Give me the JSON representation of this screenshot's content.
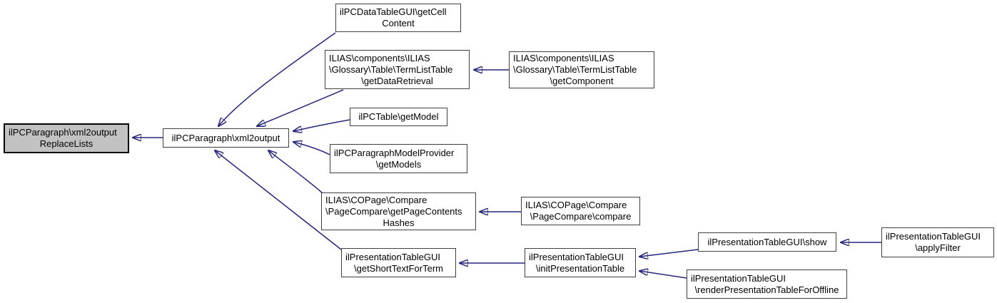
{
  "diagram": {
    "kind": "caller-graph",
    "background_color": "#ffffff",
    "edge_color": "#191970",
    "node_fill": "#ffffff",
    "node_border_color": "#404040",
    "highlight_node_fill": "#c2c2c2",
    "highlight_node_border_color": "#000000",
    "text_color": "#000000"
  },
  "nodes": [
    {
      "id": "xml2output-replace-lists",
      "highlighted": true,
      "lines": [
        "ilPCParagraph\\xml2output",
        "ReplaceLists"
      ]
    },
    {
      "id": "xml2output",
      "highlighted": false,
      "lines": [
        "ilPCParagraph\\xml2output"
      ]
    },
    {
      "id": "get-cell-content",
      "highlighted": false,
      "lines": [
        "ilPCDataTableGUI\\getCell",
        "Content"
      ]
    },
    {
      "id": "get-data-retrieval",
      "highlighted": false,
      "lines": [
        "ILIAS\\components\\ILIAS",
        "\\Glossary\\Table\\TermListTable",
        "\\getDataRetrieval"
      ]
    },
    {
      "id": "get-component",
      "highlighted": false,
      "lines": [
        "ILIAS\\components\\ILIAS",
        "\\Glossary\\Table\\TermListTable",
        "\\getComponent"
      ]
    },
    {
      "id": "get-model",
      "highlighted": false,
      "lines": [
        "ilPCTable\\getModel"
      ]
    },
    {
      "id": "get-models",
      "highlighted": false,
      "lines": [
        "ilPCParagraphModelProvider",
        "\\getModels"
      ]
    },
    {
      "id": "get-page-contents-hashes",
      "highlighted": false,
      "lines": [
        "ILIAS\\COPage\\Compare",
        "\\PageCompare\\getPageContents",
        "Hashes"
      ]
    },
    {
      "id": "page-compare-compare",
      "highlighted": false,
      "lines": [
        "ILIAS\\COPage\\Compare",
        "\\PageCompare\\compare"
      ]
    },
    {
      "id": "get-short-text-for-term",
      "highlighted": false,
      "lines": [
        "ilPresentationTableGUI",
        "\\getShortTextForTerm"
      ]
    },
    {
      "id": "init-presentation-table",
      "highlighted": false,
      "lines": [
        "ilPresentationTableGUI",
        "\\initPresentationTable"
      ]
    },
    {
      "id": "show",
      "highlighted": false,
      "lines": [
        "ilPresentationTableGUI\\show"
      ]
    },
    {
      "id": "apply-filter",
      "highlighted": false,
      "lines": [
        "ilPresentationTableGUI",
        "\\applyFilter"
      ]
    },
    {
      "id": "render-presentation-table-for-offline",
      "highlighted": false,
      "lines": [
        "ilPresentationTableGUI",
        "\\renderPresentationTableForOffline"
      ]
    }
  ],
  "edges": [
    {
      "from": "xml2output",
      "to": "xml2output-replace-lists"
    },
    {
      "from": "get-cell-content",
      "to": "xml2output"
    },
    {
      "from": "get-data-retrieval",
      "to": "xml2output"
    },
    {
      "from": "get-component",
      "to": "get-data-retrieval"
    },
    {
      "from": "get-model",
      "to": "xml2output"
    },
    {
      "from": "get-models",
      "to": "xml2output"
    },
    {
      "from": "get-page-contents-hashes",
      "to": "xml2output"
    },
    {
      "from": "page-compare-compare",
      "to": "get-page-contents-hashes"
    },
    {
      "from": "get-short-text-for-term",
      "to": "xml2output"
    },
    {
      "from": "init-presentation-table",
      "to": "get-short-text-for-term"
    },
    {
      "from": "show",
      "to": "init-presentation-table"
    },
    {
      "from": "render-presentation-table-for-offline",
      "to": "init-presentation-table"
    },
    {
      "from": "apply-filter",
      "to": "show"
    }
  ]
}
